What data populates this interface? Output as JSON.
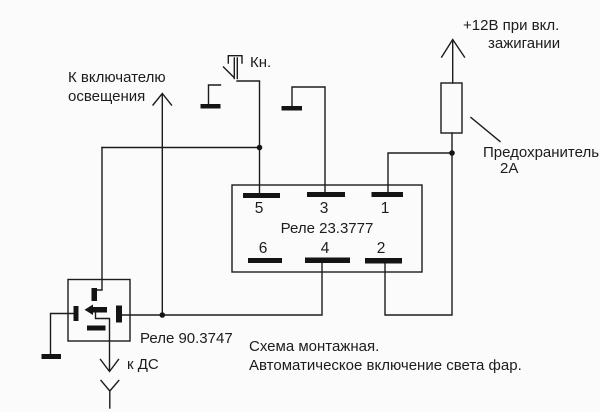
{
  "diagram": {
    "background_color": "#fbfbfb",
    "line_color": "#1c1c1c",
    "power_source": {
      "line1": "+12В при вкл.",
      "line2": "зажигании"
    },
    "fuse": {
      "line1": "Предохранитель",
      "line2": "2А"
    },
    "light_switch": {
      "line1": "К включателю",
      "line2": "освещения"
    },
    "button": {
      "label": "Кн."
    },
    "main_relay": {
      "label": "Реле 23.3777",
      "pins_top": [
        "5",
        "3",
        "1"
      ],
      "pins_bottom": [
        "6",
        "4",
        "2"
      ]
    },
    "aux_relay": {
      "label": "Реле 90.3747"
    },
    "speed_sensor": {
      "label": "к ДС"
    },
    "caption": {
      "line1": "Схема монтажная.",
      "line2": "Автоматическое включение света фар."
    }
  }
}
